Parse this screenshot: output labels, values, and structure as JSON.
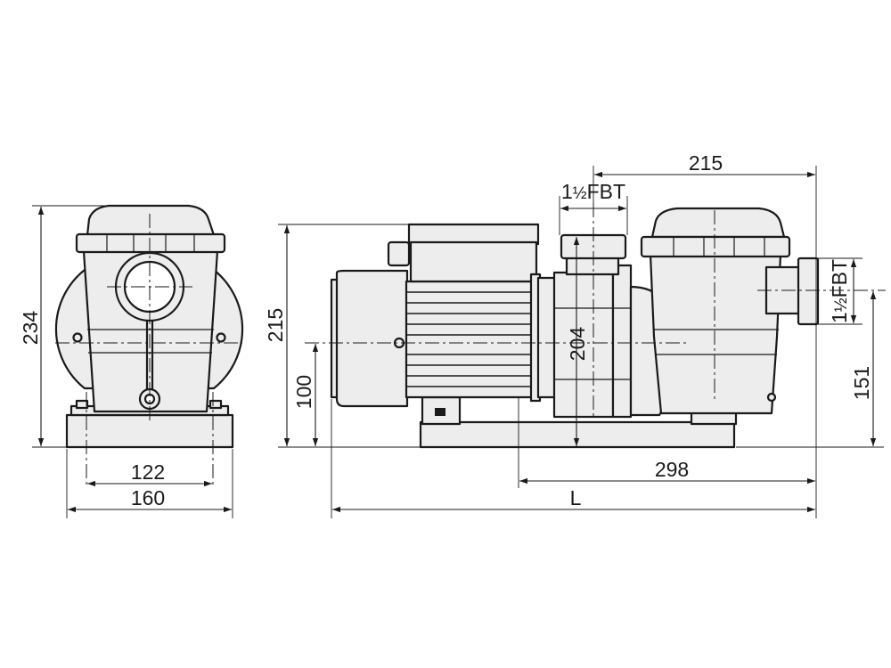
{
  "dimensions": {
    "front_height": "234",
    "front_bolt_spacing": "122",
    "front_base_width": "160",
    "side_total_height": "215",
    "side_axis_height": "100",
    "outlet_height": "204",
    "top_distance": "215",
    "outlet_size_num": "1",
    "outlet_size_frac": "½",
    "outlet_size_unit": "FBT",
    "inlet_size_num": "1",
    "inlet_size_frac": "½",
    "inlet_size_unit": "FBT",
    "inlet_height": "151",
    "base_distance": "298",
    "overall_length": "L"
  },
  "colors": {
    "line": "#1a1a1a",
    "body_fill": "#ededed",
    "background": "#ffffff"
  }
}
